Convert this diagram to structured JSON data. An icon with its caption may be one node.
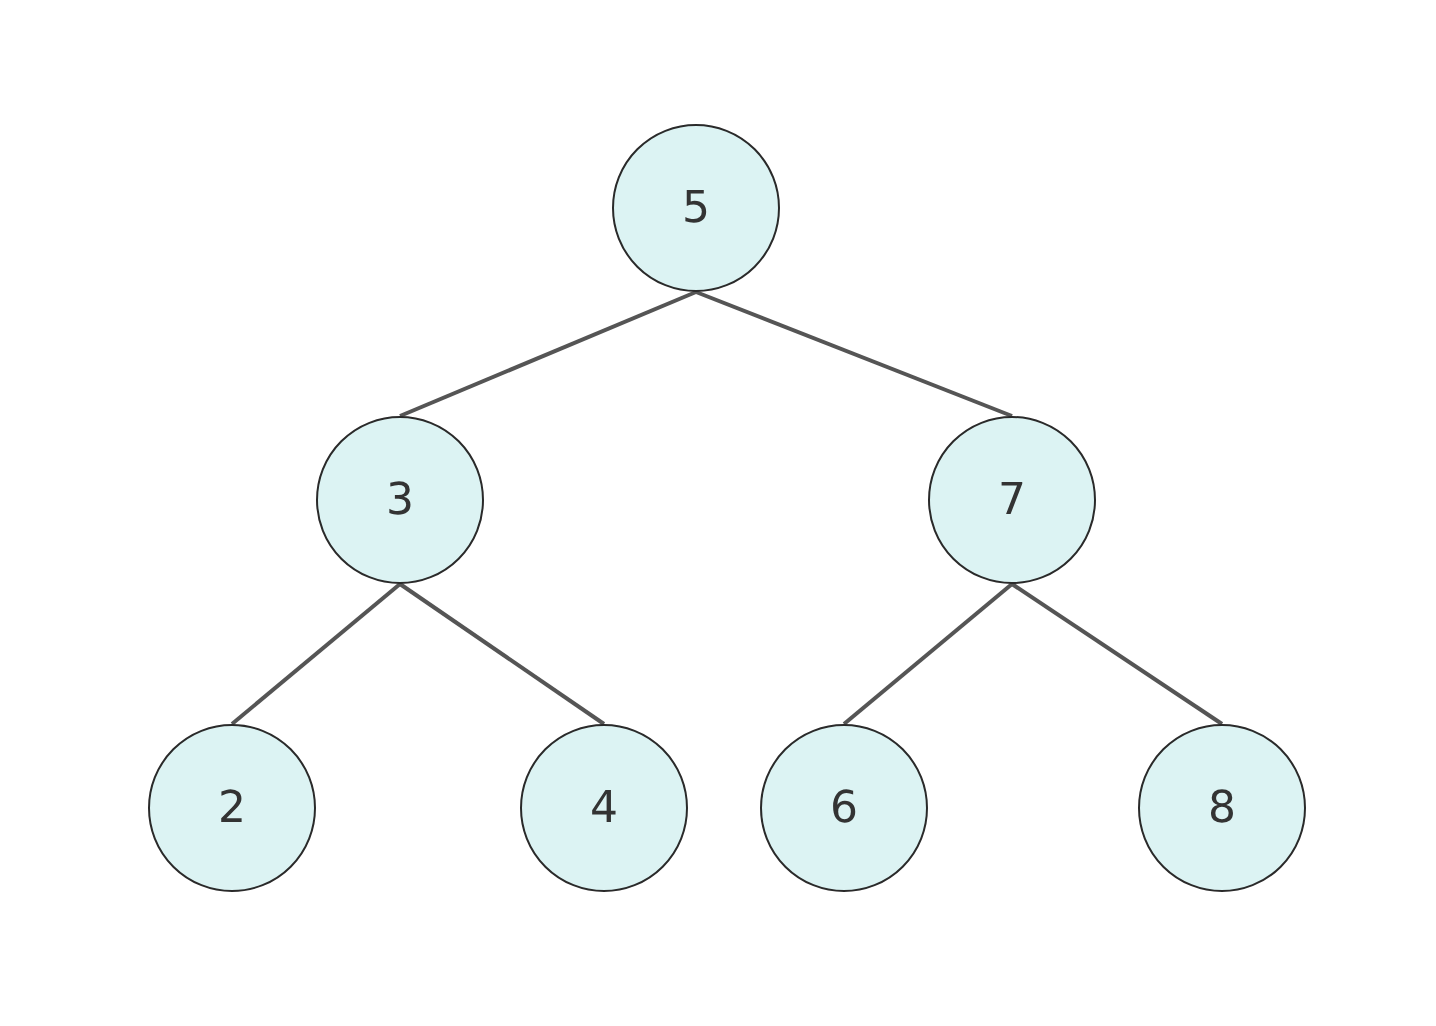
{
  "diagram": {
    "nodes": [
      {
        "text": [
          "5"
        ]
      },
      {
        "text": [
          "3"
        ]
      },
      {
        "text": [
          "7"
        ]
      },
      {
        "text": [
          "2"
        ]
      },
      {
        "text": [
          "4"
        ]
      },
      {
        "text": [
          "6"
        ]
      },
      {
        "text": [
          "8"
        ]
      }
    ],
    "edges": [
      {
        "from": 0,
        "to": 1,
        "arrow": "none"
      },
      {
        "from": 0,
        "to": 2,
        "arrow": "none"
      },
      {
        "from": 1,
        "to": 3,
        "arrow": "none"
      },
      {
        "from": 1,
        "to": 4,
        "arrow": "none"
      },
      {
        "from": 2,
        "to": 5,
        "arrow": "none"
      },
      {
        "from": 2,
        "to": 6,
        "arrow": "none"
      }
    ]
  }
}
